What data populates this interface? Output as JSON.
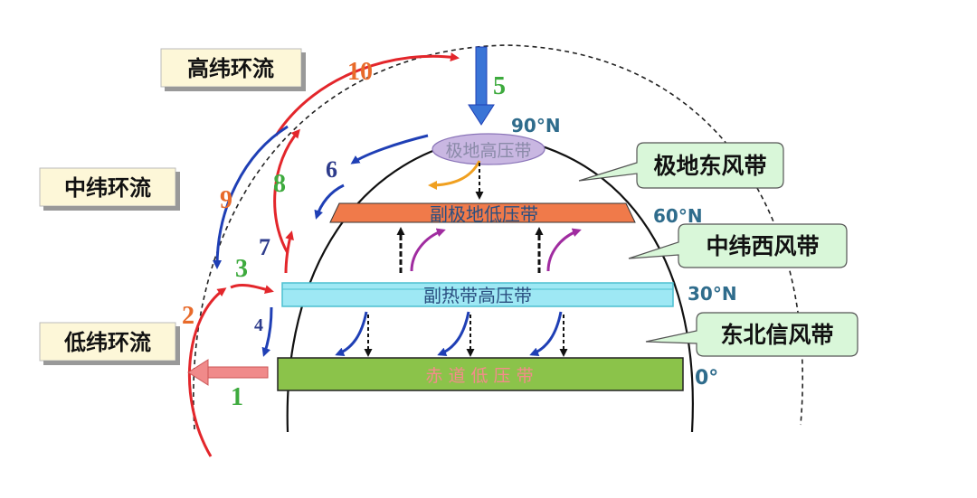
{
  "circulations": {
    "high": "高纬环流",
    "mid": "中纬环流",
    "low": "低纬环流"
  },
  "pressure_belts": {
    "polar_high": "极地高压带",
    "subpolar_low": "副极地低压带",
    "subtropical_high": "副热带高压带",
    "equatorial_low": "赤 道 低 压 带"
  },
  "wind_belts": {
    "polar_easterlies": "极地东风带",
    "westerlies": "中纬西风带",
    "ne_trades": "东北信风带"
  },
  "latitudes": {
    "lat90": "90°N",
    "lat60": "60°N",
    "lat30": "30°N",
    "lat0": "0°"
  },
  "flow_numbers": {
    "n1": "1",
    "n2": "2",
    "n3": "3",
    "n4": "4",
    "n5": "5",
    "n6": "6",
    "n7": "7",
    "n8": "8",
    "n9": "9",
    "n10": "10"
  },
  "colors": {
    "red_flow": "#e3262b",
    "blue_flow": "#1f3fb5",
    "green_number": "#3daa3d",
    "orange_number": "#e86a2a",
    "navy_number": "#2e3c8c",
    "lat_label": "#2f6c8c",
    "subpolar_band": "#f07a4a",
    "subtropical_band": "#9ee8f4",
    "equator_band": "#8bc34a",
    "polar_ellipse": "#c9b7e2",
    "callout_fill": "#d9f7d9",
    "label_box": "#fdf7d8",
    "equator_text": "#f48b8b",
    "pink_arrow": "#f08a8a",
    "magenta_arrow": "#a02ca0",
    "gold_arrow": "#f0a020"
  }
}
